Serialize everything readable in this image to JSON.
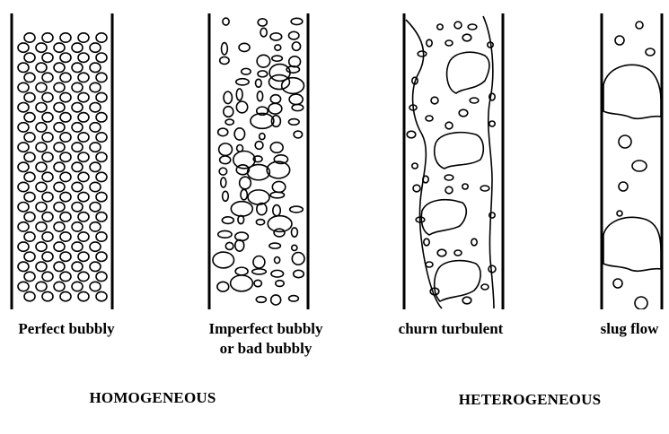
{
  "regimes": [
    {
      "id": "perfect-bubbly",
      "label_lines": [
        "Perfect bubbly"
      ]
    },
    {
      "id": "imperfect-bubbly",
      "label_lines": [
        "Imperfect bubbly",
        "or bad bubbly"
      ]
    },
    {
      "id": "churn-turbulent",
      "label_lines": [
        "churn turbulent"
      ]
    },
    {
      "id": "slug-flow",
      "label_lines": [
        "slug flow"
      ]
    }
  ],
  "groups": {
    "homogeneous": "HOMOGENEOUS",
    "heterogeneous": "HETEROGENEOUS"
  }
}
